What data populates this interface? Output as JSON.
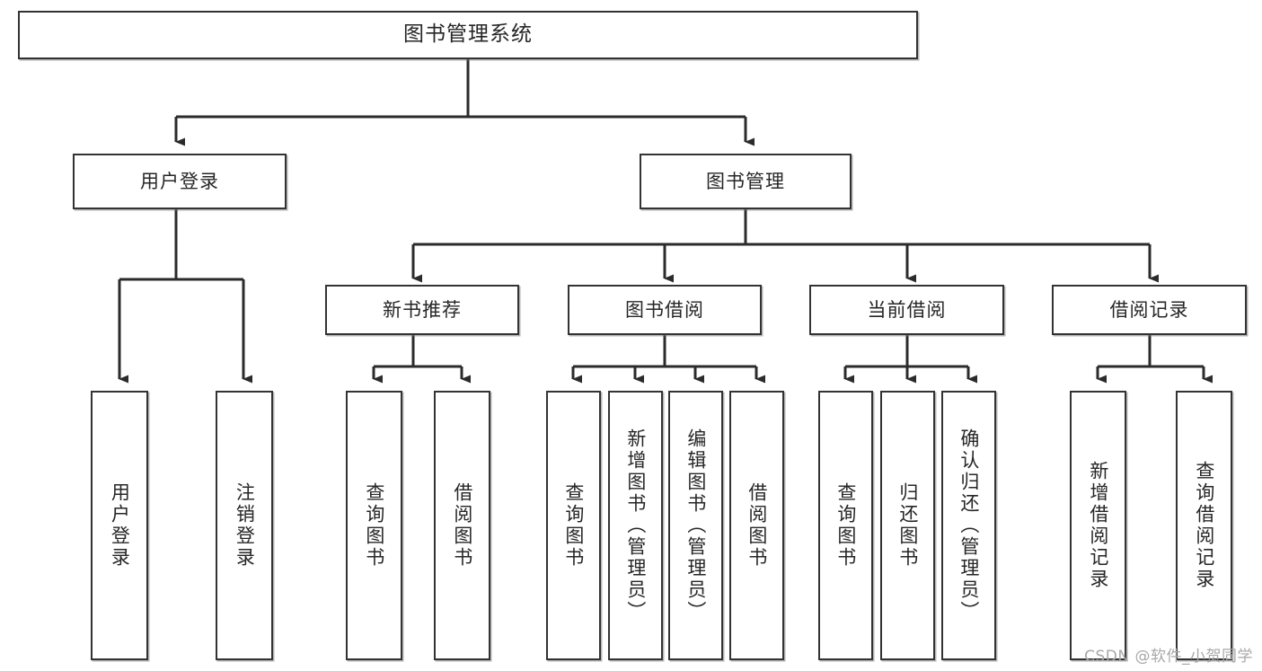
{
  "diagram": {
    "type": "hierarchy-tree",
    "title": "图书管理系统",
    "root": {
      "id": "root",
      "label": "图书管理系统"
    },
    "level1": [
      {
        "id": "user-login",
        "label": "用户登录"
      },
      {
        "id": "book-manage",
        "label": "图书管理"
      }
    ],
    "level2": [
      {
        "id": "new-book-recommend",
        "label": "新书推荐",
        "parent": "book-manage"
      },
      {
        "id": "book-borrow",
        "label": "图书借阅",
        "parent": "book-manage"
      },
      {
        "id": "current-borrow",
        "label": "当前借阅",
        "parent": "book-manage"
      },
      {
        "id": "borrow-record",
        "label": "借阅记录",
        "parent": "book-manage"
      }
    ],
    "leaves": [
      {
        "id": "leaf-user-login",
        "label": "用户登录",
        "parent": "user-login"
      },
      {
        "id": "leaf-logout",
        "label": "注销登录",
        "parent": "user-login"
      },
      {
        "id": "leaf-query-book-1",
        "label": "查询图书",
        "parent": "new-book-recommend"
      },
      {
        "id": "leaf-borrow-book-1",
        "label": "借阅图书",
        "parent": "new-book-recommend"
      },
      {
        "id": "leaf-query-book-2",
        "label": "查询图书",
        "parent": "book-borrow"
      },
      {
        "id": "leaf-add-book",
        "label": "新增图书（管理员）",
        "parent": "book-borrow"
      },
      {
        "id": "leaf-edit-book",
        "label": "编辑图书（管理员）",
        "parent": "book-borrow"
      },
      {
        "id": "leaf-borrow-book-2",
        "label": "借阅图书",
        "parent": "book-borrow"
      },
      {
        "id": "leaf-query-book-3",
        "label": "查询图书",
        "parent": "current-borrow"
      },
      {
        "id": "leaf-return-book",
        "label": "归还图书",
        "parent": "current-borrow"
      },
      {
        "id": "leaf-confirm-return",
        "label": "确认归还（管理员）",
        "parent": "current-borrow"
      },
      {
        "id": "leaf-add-record",
        "label": "新增借阅记录",
        "parent": "borrow-record"
      },
      {
        "id": "leaf-query-record",
        "label": "查询借阅记录",
        "parent": "borrow-record"
      }
    ],
    "colors": {
      "box_border": "#333333",
      "box_fill": "#ffffff",
      "connector": "#2b2b2b",
      "text": "#262626",
      "watermark": "#a8a8a8",
      "background": "#ffffff"
    }
  },
  "watermark": {
    "text": "CSDN @软件_小贺同学"
  }
}
